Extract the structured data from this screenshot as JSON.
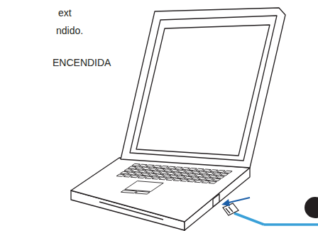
{
  "diagram": {
    "labels": [
      "ext",
      "ndido.",
      "ENCENDIDA"
    ]
  }
}
